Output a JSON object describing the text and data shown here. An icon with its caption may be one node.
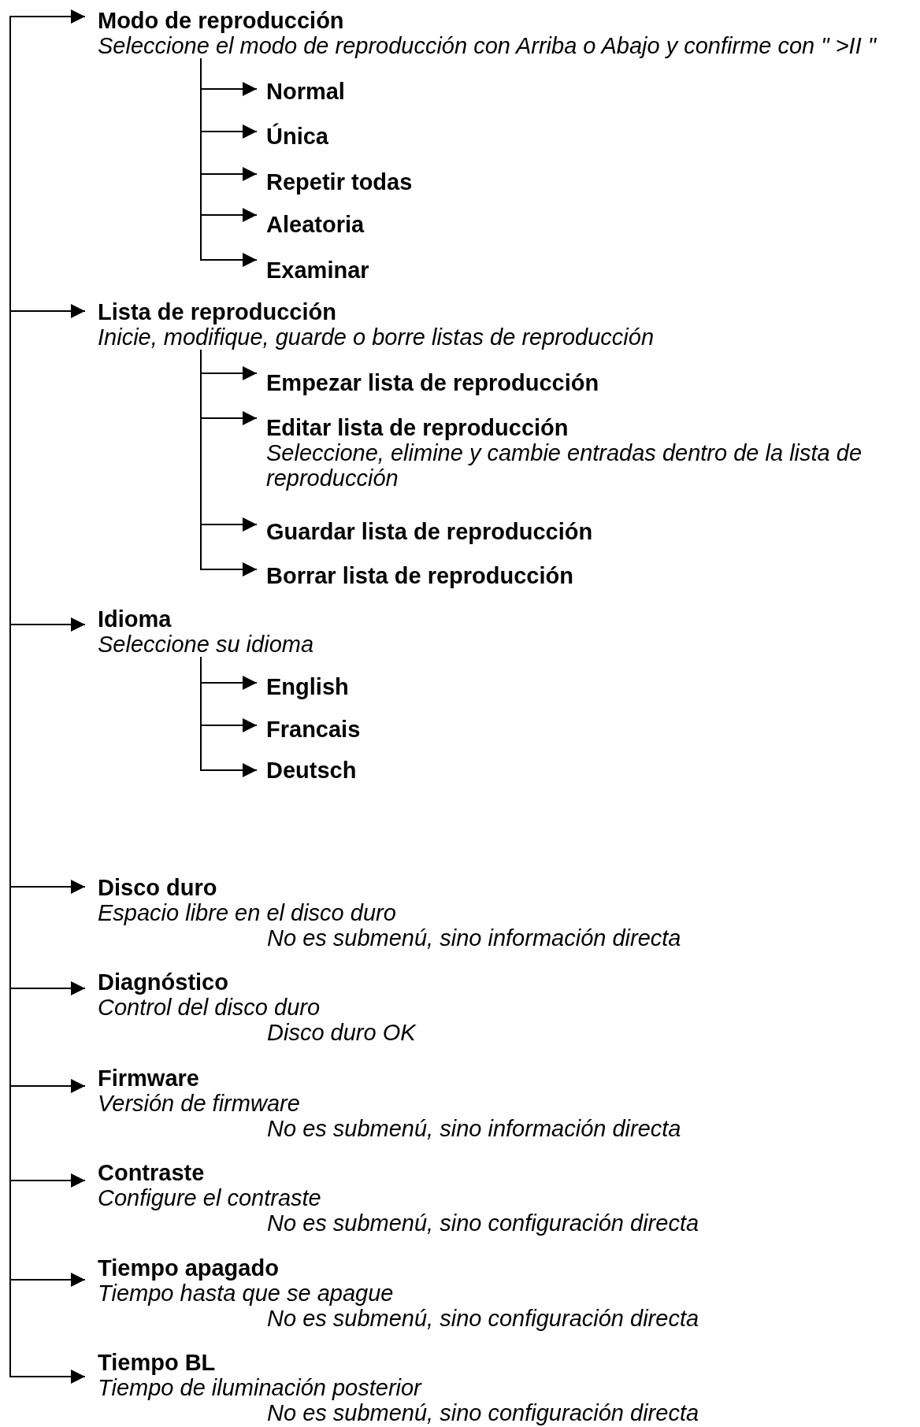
{
  "diagram": {
    "nodes": [
      {
        "text": [
          "Modo de reproducción",
          "Seleccione el modo de reproducción con Arriba o Abajo y confirme con \" >II \""
        ]
      },
      {
        "text": [
          "Normal"
        ]
      },
      {
        "text": [
          "Única"
        ]
      },
      {
        "text": [
          "Repetir todas"
        ]
      },
      {
        "text": [
          "Aleatoria"
        ]
      },
      {
        "text": [
          "Examinar"
        ]
      },
      {
        "text": [
          "Lista de reproducción",
          "Inicie, modifique, guarde o borre listas de reproducción"
        ]
      },
      {
        "text": [
          "Empezar lista de reproducción"
        ]
      },
      {
        "text": [
          "Editar lista de reproducción",
          "Seleccione, elimine y cambie entradas dentro de la lista de reproducción"
        ]
      },
      {
        "text": [
          "Guardar lista de reproducción"
        ]
      },
      {
        "text": [
          "Borrar lista de reproducción"
        ]
      },
      {
        "text": [
          "Idioma",
          "Seleccione su idioma"
        ]
      },
      {
        "text": [
          "English"
        ]
      },
      {
        "text": [
          "Francais"
        ]
      },
      {
        "text": [
          "Deutsch"
        ]
      },
      {
        "text": [
          "Disco duro",
          "Espacio libre en el disco duro",
          "No es submenú, sino información directa"
        ]
      },
      {
        "text": [
          "Diagnóstico",
          "Control del disco duro",
          "Disco duro OK"
        ]
      },
      {
        "text": [
          "Firmware",
          "Versión de firmware",
          "No es submenú, sino información directa"
        ]
      },
      {
        "text": [
          "Contraste",
          "Configure el contraste",
          "No es submenú, sino configuración directa"
        ]
      },
      {
        "text": [
          "Tiempo apagado",
          "Tiempo hasta que se apague",
          "No es submenú, sino configuración directa"
        ]
      },
      {
        "text": [
          "Tiempo BL",
          "Tiempo de iluminación posterior",
          "No es submenú, sino configuración directa"
        ]
      }
    ],
    "edges": [
      {
        "from": null,
        "to": 0,
        "arrow": "to"
      },
      {
        "from": 0,
        "to": 1,
        "arrow": "to"
      },
      {
        "from": 0,
        "to": 2,
        "arrow": "to"
      },
      {
        "from": 0,
        "to": 3,
        "arrow": "to"
      },
      {
        "from": 0,
        "to": 4,
        "arrow": "to"
      },
      {
        "from": 0,
        "to": 5,
        "arrow": "to"
      },
      {
        "from": null,
        "to": 6,
        "arrow": "to"
      },
      {
        "from": 6,
        "to": 7,
        "arrow": "to"
      },
      {
        "from": 6,
        "to": 8,
        "arrow": "to"
      },
      {
        "from": 6,
        "to": 9,
        "arrow": "to"
      },
      {
        "from": 6,
        "to": 10,
        "arrow": "to"
      },
      {
        "from": null,
        "to": 11,
        "arrow": "to"
      },
      {
        "from": 11,
        "to": 12,
        "arrow": "to"
      },
      {
        "from": 11,
        "to": 13,
        "arrow": "to"
      },
      {
        "from": 11,
        "to": 14,
        "arrow": "to"
      },
      {
        "from": null,
        "to": 15,
        "arrow": "to"
      },
      {
        "from": null,
        "to": 16,
        "arrow": "to"
      },
      {
        "from": null,
        "to": 17,
        "arrow": "to"
      },
      {
        "from": null,
        "to": 18,
        "arrow": "to"
      },
      {
        "from": null,
        "to": 19,
        "arrow": "to"
      },
      {
        "from": null,
        "to": 20,
        "arrow": "to"
      }
    ]
  }
}
